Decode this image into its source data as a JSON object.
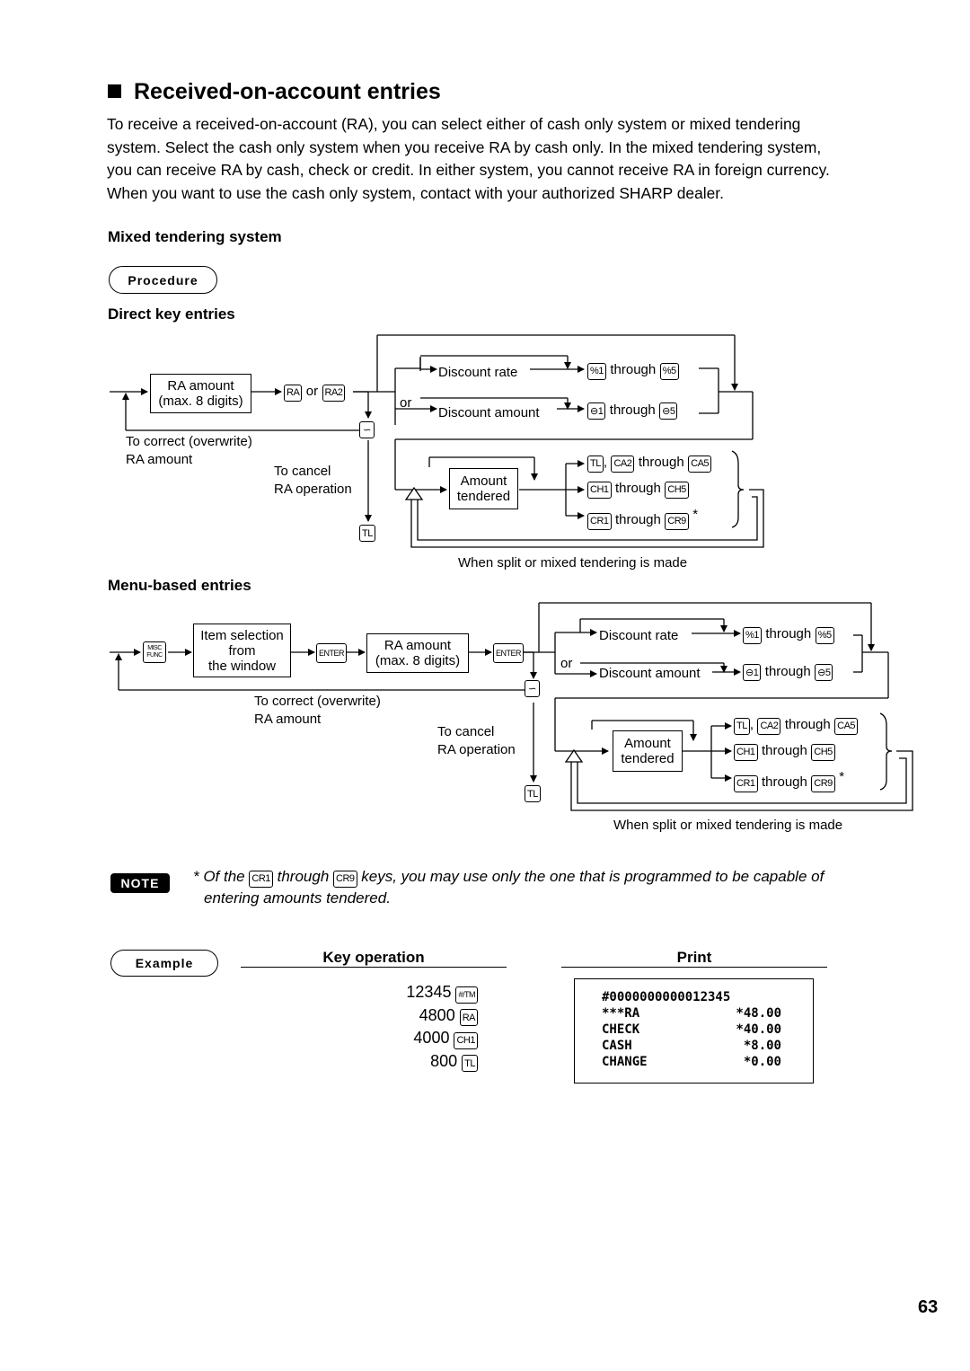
{
  "section": {
    "title": "Received-on-account entries",
    "intro": [
      "To receive a received-on-account (RA), you can select either of cash only system or mixed tendering",
      "system. Select the cash only system when you receive RA by cash only.  In the mixed tendering system,",
      "you can receive RA by cash, check or credit.  In either system, you cannot receive RA in foreign currency.",
      "When you want to use the cash only system, contact with your authorized SHARP dealer."
    ],
    "subheading": "Mixed tendering system",
    "procedure_label": "Procedure"
  },
  "direct": {
    "heading": "Direct key entries",
    "ra_amount_box": "RA amount",
    "ra_amount_box2": "(max. 8 digits)",
    "key_ra": "RA",
    "or": "or",
    "key_ra2": "RA2",
    "or2": "or",
    "discount_rate": "Discount rate",
    "discount_amount": "Discount amount",
    "key_pct1": "%1",
    "key_pct5": "%5",
    "key_minus1": "⊖1",
    "key_minus5": "⊖5",
    "through": "through",
    "key_void": "∽",
    "correct_1": "To correct (overwrite)",
    "correct_2": "RA amount",
    "cancel_1": "To cancel",
    "cancel_2": "RA operation",
    "key_tl": "TL",
    "amount_tendered_1": "Amount",
    "amount_tendered_2": "tendered",
    "key_ca2": "CA2",
    "key_ca5": "CA5",
    "key_ch1": "CH1",
    "key_ch5": "CH5",
    "key_cr1": "CR1",
    "key_cr9": "CR9",
    "comma": ",",
    "asterisk": "*",
    "split_note": "When split or mixed tendering is made"
  },
  "menu": {
    "heading": "Menu-based entries",
    "key_misc_1": "MISC",
    "key_misc_2": "FUNC",
    "item_sel_1": "Item selection",
    "item_sel_2": "from",
    "item_sel_3": "the window",
    "key_enter": "ENTER",
    "ra_amount_box": "RA amount",
    "ra_amount_box2": "(max. 8 digits)",
    "or": "or",
    "correct_1": "To correct (overwrite)",
    "correct_2": "RA amount",
    "cancel_1": "To cancel",
    "cancel_2": "RA operation",
    "split_note": "When split or mixed tendering is made"
  },
  "note": {
    "badge": "NOTE",
    "line1_a": "* Of the",
    "key_cr1": "CR1",
    "line1_b": "through",
    "key_cr9": "CR9",
    "line1_c": "keys, you may use only the one that is programmed to be capable of",
    "line2": "entering amounts tendered."
  },
  "example": {
    "label": "Example",
    "key_operation_header": "Key operation",
    "print_header": "Print",
    "key_ops": [
      {
        "value": "12345",
        "key": "#/TM"
      },
      {
        "value": "4800",
        "key": "RA"
      },
      {
        "value": "4000",
        "key": "CH1"
      },
      {
        "value": "800",
        "key": "TL"
      }
    ],
    "receipt": {
      "line1": "#0000000000012345",
      "rows": [
        {
          "label": "***RA",
          "value": "*48.00"
        },
        {
          "label": "CHECK",
          "value": "*40.00"
        },
        {
          "label": "CASH",
          "value": "*8.00"
        },
        {
          "label": "CHANGE",
          "value": "*0.00"
        }
      ]
    }
  },
  "page_number": "63"
}
